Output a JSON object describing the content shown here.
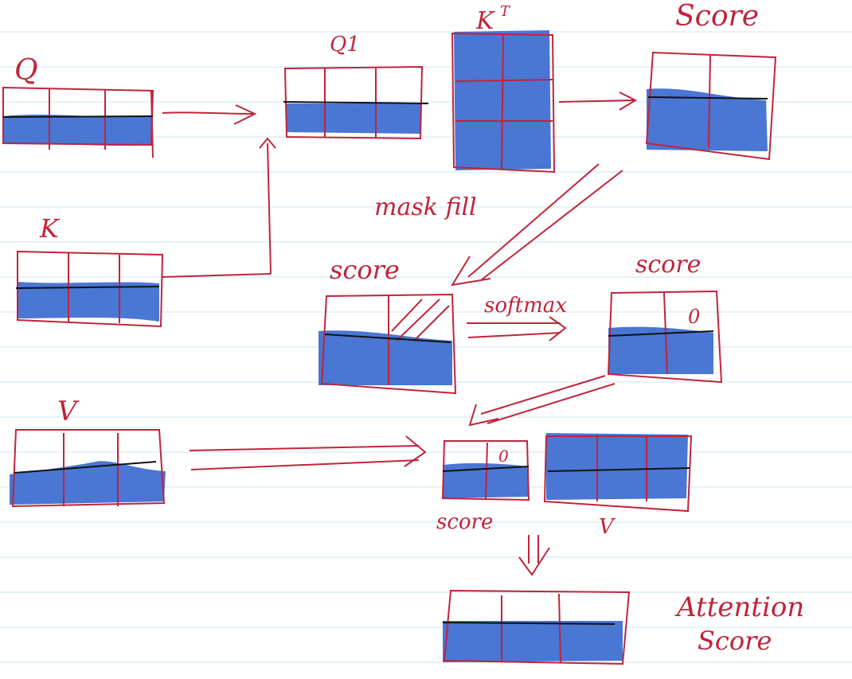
{
  "labels": {
    "q": "Q",
    "q1": "Q1",
    "kt": "K",
    "kt_sup": "T",
    "score_top": "Score",
    "k": "K",
    "mask_fill": "mask fill",
    "score_masked": "score",
    "softmax": "softmax",
    "score_softmax": "score",
    "zero_1": "0",
    "v": "V",
    "zero_2": "0",
    "score_small": "score",
    "v_small": "V",
    "attention_line1": "Attention",
    "attention_line2": "Score"
  },
  "colors": {
    "ink": "#c0243a",
    "fill": "#4a76d4",
    "paper_line": "#cfe3ef"
  }
}
